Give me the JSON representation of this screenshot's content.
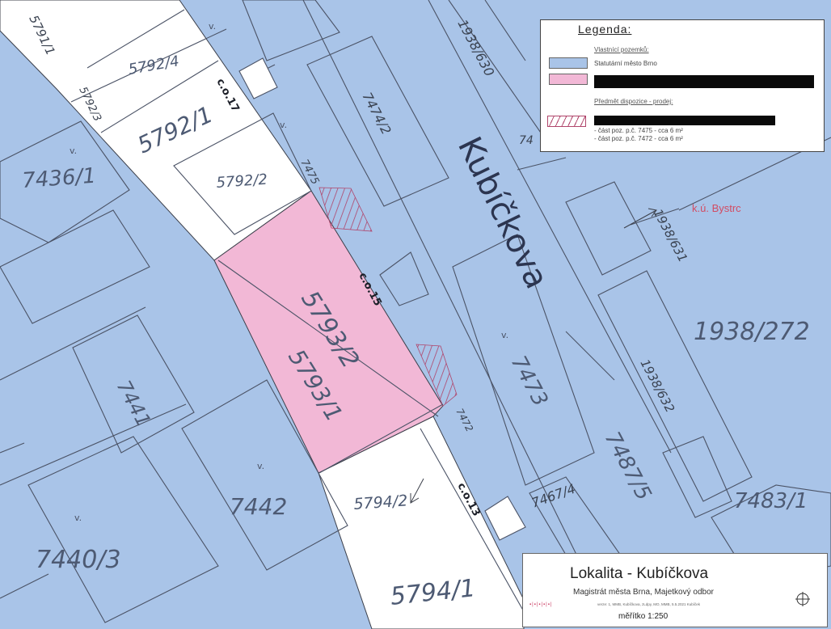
{
  "legend": {
    "title": "Legenda:",
    "section_ownership": "Vlastnící pozemků:",
    "item_city": "Statutární město Brno",
    "section_subject": "Předmět dispozice - prodej:",
    "item_part_7475": "- část poz. p.č. 7475 - cca 6 m²",
    "item_part_7472": "- část poz. p.č. 7472 - cca 6 m²",
    "colors": {
      "city": "#a9c4e8",
      "pink": "#f2b8d6",
      "hatch": "#b0456b"
    }
  },
  "map": {
    "ku_label": "k.ú. Bystrc",
    "street": "Kubíčkova",
    "parcels": {
      "p5791_1": "5791/1",
      "p5792_4": "5792/4",
      "p5792_3": "5792/3",
      "p5792_1": "5792/1",
      "p5792_2": "5792/2",
      "p7436_1": "7436/1",
      "p7475": "7475",
      "p7474_2": "7474/2",
      "p1938_630": "1938/630",
      "p74": "74",
      "p1938_631": "1938/631",
      "p1938_272": "1938/272",
      "p5793_2": "5793/2",
      "p5793_1": "5793/1",
      "p7441": "7441",
      "p7473": "7473",
      "p1938_632": "1938/632",
      "p7472": "7472",
      "p7487_5": "7487/5",
      "p7442": "7442",
      "p5794_2": "5794/2",
      "p7467_4": "7467/4",
      "p7483_1": "7483/1",
      "p7440_3": "7440/3",
      "p5794_1": "5794/1"
    },
    "house_numbers": {
      "co17": "c.o.17",
      "co15": "c.o.15",
      "co13": "c.o.13"
    }
  },
  "titleblock": {
    "locality": "Lokalita - Kubíčkova",
    "org": "Magistrát města Brna, Majetkový odbor",
    "small": "verze: 1, MMB, Kubíčkova, zLdpy, MO, MMB, 5.5.2021 Kubíček",
    "scale": "měřítko  1:250"
  }
}
